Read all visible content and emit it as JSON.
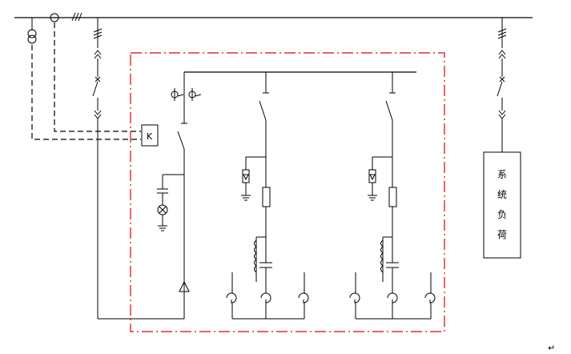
{
  "controller_label": "K",
  "load_box": {
    "chars": [
      "系",
      "统",
      "负",
      "荷"
    ]
  },
  "end_mark": "↵",
  "colors": {
    "line": "#000000",
    "cabinet_border": "#e00000"
  }
}
